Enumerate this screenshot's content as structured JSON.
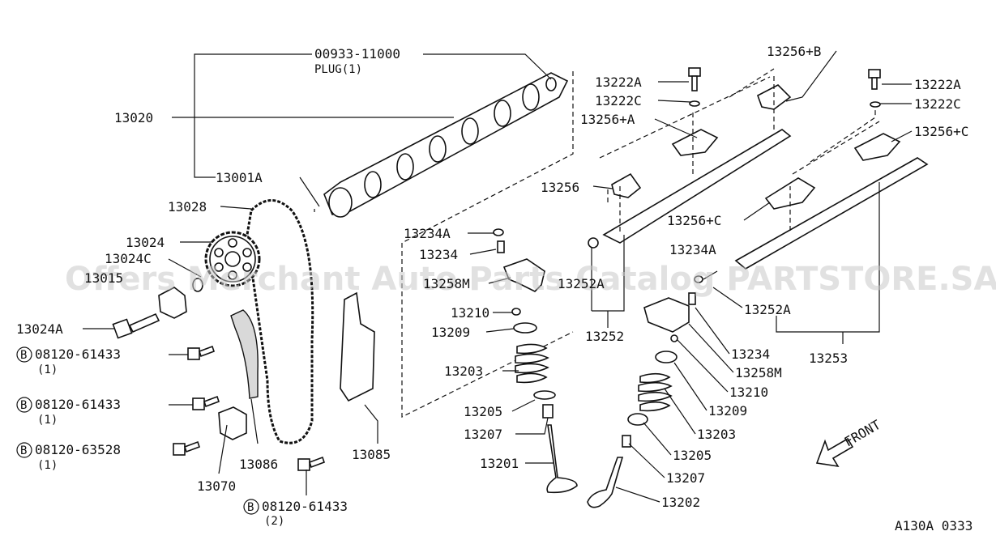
{
  "watermark": "Offers Merchant Auto Parts Catalog PARTSTORE.SA",
  "diagram_code": "A130A 0333",
  "front_label": "FRONT",
  "callouts": {
    "plug_part": "00933-11000",
    "plug_desc": "PLUG(1)",
    "camshaft": "13020",
    "c13001A": "13001A",
    "c13028": "13028",
    "c13024": "13024",
    "c13024C": "13024C",
    "c13015": "13015",
    "c13024A": "13024A",
    "c13086": "13086",
    "c13070": "13070",
    "c13085": "13085",
    "bolt_b1": "08120-61433",
    "bolt_b1_qty": "(1)",
    "bolt_b2": "08120-61433",
    "bolt_b2_qty": "(1)",
    "bolt_b3": "08120-63528",
    "bolt_b3_qty": "(1)",
    "bolt_b4": "08120-61433",
    "bolt_b4_qty": "(2)",
    "b_mark": "B",
    "c13222A_l": "13222A",
    "c13222C_l": "13222C",
    "c13256A": "13256+A",
    "c13256": "13256",
    "c13256B": "13256+B",
    "c13222A_r": "13222A",
    "c13222C_r": "13222C",
    "c13256C_r": "13256+C",
    "c13256C_m": "13256+C",
    "c13234A_l": "13234A",
    "c13234_l": "13234",
    "c13258M_l": "13258M",
    "c13252A_l": "13252A",
    "c13252": "13252",
    "c13210_l": "13210",
    "c13209_l": "13209",
    "c13203_l": "13203",
    "c13205_l": "13205",
    "c13207_l": "13207",
    "c13201": "13201",
    "c13234A_r": "13234A",
    "c13252A_r": "13252A",
    "c13253": "13253",
    "c13234_r": "13234",
    "c13258M_r": "13258M",
    "c13210_r": "13210",
    "c13209_r": "13209",
    "c13203_r": "13203",
    "c13205_r": "13205",
    "c13207_r": "13207",
    "c13202": "13202"
  }
}
